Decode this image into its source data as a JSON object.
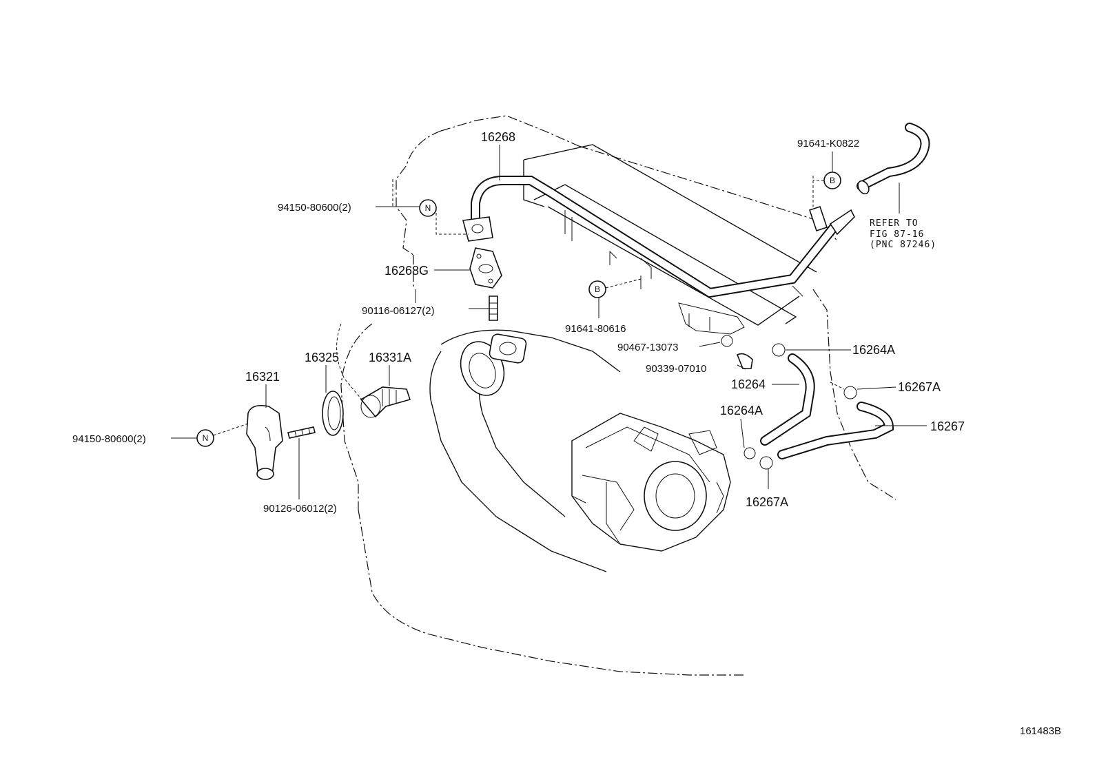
{
  "labels": {
    "p16268": "16268",
    "p91641_K0822": "91641-K0822",
    "p94150_top": "94150-80600(2)",
    "p16268G": "16268G",
    "p90116": "90116-06127(2)",
    "p91641_80616": "91641-80616",
    "p90467": "90467-13073",
    "p16264A_top": "16264A",
    "p90339": "90339-07010",
    "p16264": "16264",
    "p16267A_right": "16267A",
    "p16264A_mid": "16264A",
    "p16267": "16267",
    "p16267A_bottom": "16267A",
    "p16325": "16325",
    "p16331A": "16331A",
    "p16321": "16321",
    "p94150_left": "94150-80600(2)",
    "p90126": "90126-06012(2)"
  },
  "refer": {
    "line1": "REFER TO",
    "line2": "FIG 87-16",
    "line3": "(PNC 87246)"
  },
  "markers": {
    "n_top": "N",
    "n_left": "N",
    "b_top": "B",
    "b_mid": "B"
  },
  "figure_id": "161483B"
}
